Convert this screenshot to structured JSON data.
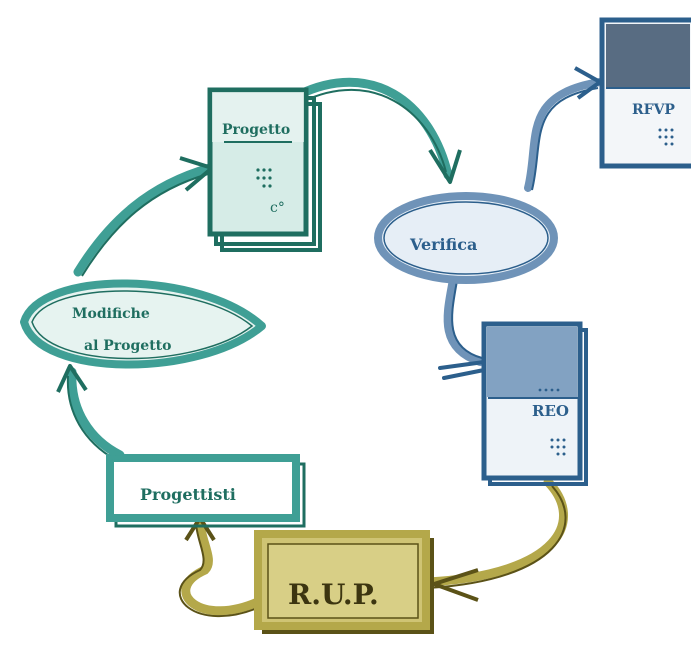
{
  "nodes": {
    "progetto": {
      "label": "Progetto"
    },
    "verifica": {
      "label": "Verifica"
    },
    "rfvp": {
      "label": "RFVP"
    },
    "reo": {
      "label": "REO"
    },
    "modifiche": {
      "line1": "Modifiche",
      "line2": "al Progetto"
    },
    "progettisti": {
      "label": "Progettisti"
    },
    "rup": {
      "label": "R.U.P."
    }
  },
  "colors": {
    "teal_dark": "#1f6e60",
    "teal_mid": "#3f9f95",
    "teal_light": "#bfe3dc",
    "blue_dark": "#2c5f8c",
    "blue_mid": "#6f93b8",
    "blue_light": "#b9cfe2",
    "olive_dark": "#5b5217",
    "olive_mid": "#b4a84a",
    "olive_light": "#d4cb7f"
  }
}
